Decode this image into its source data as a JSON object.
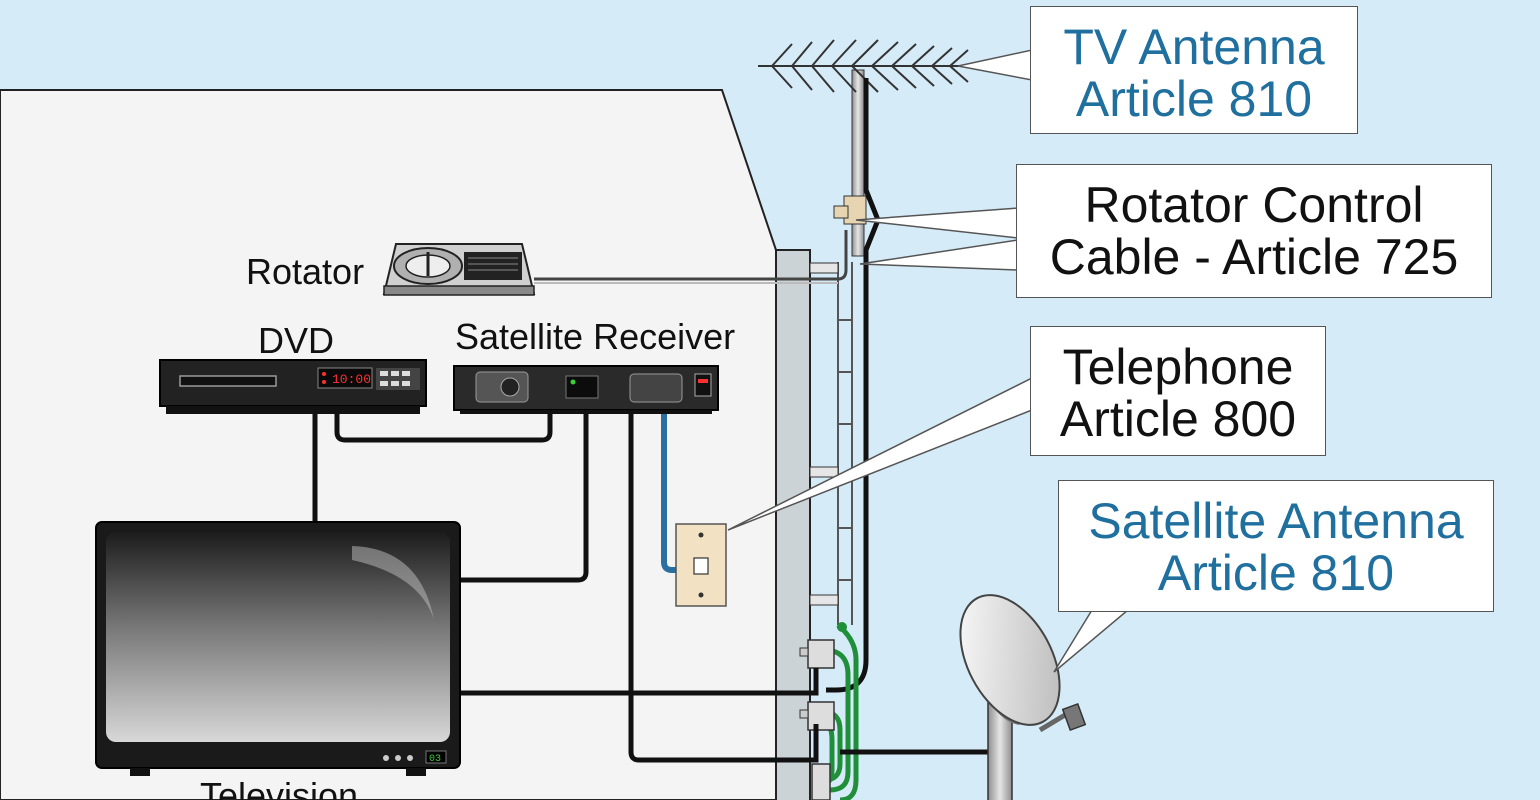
{
  "labels": {
    "rotator": "Rotator",
    "dvd": "DVD",
    "satellite_receiver": "Satellite Receiver",
    "television": "Television"
  },
  "callouts": {
    "tv_antenna": {
      "line1": "TV Antenna",
      "line2": "Article 810"
    },
    "rotator_cable": {
      "line1": "Rotator Control",
      "line2": "Cable - Article 725"
    },
    "telephone": {
      "line1": "Telephone",
      "line2": "Article 800"
    },
    "satellite_antenna": {
      "line1": "Satellite Antenna",
      "line2": "Article 810"
    }
  },
  "devices": {
    "dvd_clock": "10:00",
    "tv_channel": "03"
  },
  "colors": {
    "sky": "#d6ebf8",
    "wall": "#f4f4f4",
    "post": "#ccd3d6",
    "callout_blue_text": "#1f6f9f",
    "coax_green": "#1f8f3a",
    "phone_blue": "#2a6fa0",
    "cable_black": "#111111",
    "led_red": "#ff3030",
    "led_green": "#37d137",
    "phone_jack_plate": "#f2e1c2"
  }
}
